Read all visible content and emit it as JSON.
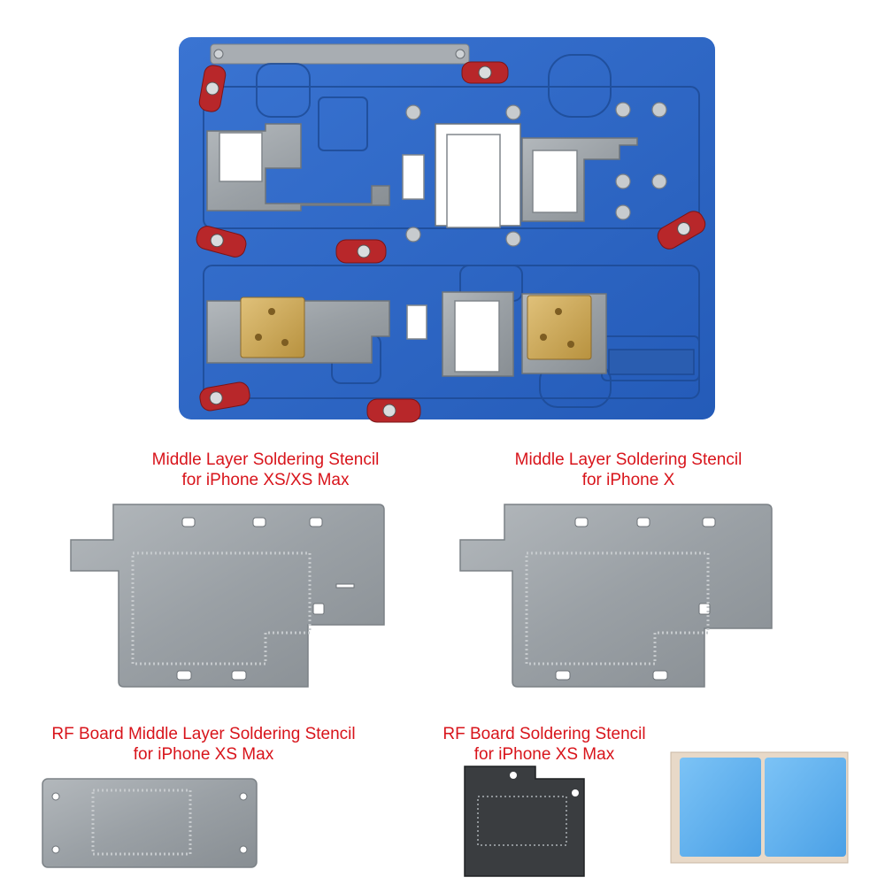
{
  "captions": {
    "xs_stencil": {
      "line1": "Middle Layer Soldering Stencil",
      "line2": "for iPhone XS/XS Max"
    },
    "x_stencil": {
      "line1": "Middle Layer Soldering Stencil",
      "line2": "for iPhone X"
    },
    "rf_middle_stencil": {
      "line1": "RF Board Middle Layer Soldering Stencil",
      "line2": "for iPhone XS Max"
    },
    "rf_stencil": {
      "line1": "RF Board Soldering Stencil",
      "line2": "for iPhone XS Max"
    }
  },
  "colors": {
    "caption_red": "#d8141b",
    "fixture_blue": "#2a63c4",
    "fixture_blue_dark": "#1f4f9f",
    "clamp_red": "#b8272a",
    "brass": "#c9a45a",
    "steel": "#9da3a8",
    "steel_dark": "#3a3d40",
    "pad_blue": "#5aaef0"
  },
  "icons": {
    "clamp": "clamp-icon",
    "screw": "screw-icon"
  }
}
